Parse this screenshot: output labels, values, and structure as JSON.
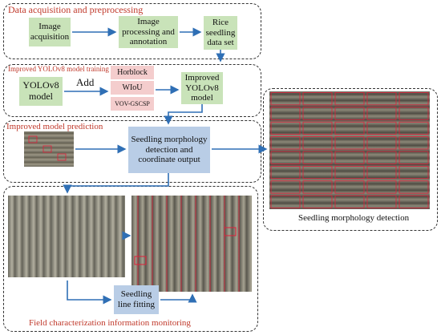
{
  "panels": {
    "acquisition": {
      "title": "Data acquisition and preprocessing"
    },
    "training": {
      "title": "Improved YOLOv8 model training"
    },
    "prediction": {
      "title": "Improved model prediction"
    },
    "monitoring": {
      "title": "Field characterization information monitoring"
    },
    "detection": {
      "caption": "Seedling morphology detection"
    }
  },
  "boxes": {
    "image_acquisition": "Image acquisition",
    "image_processing": "Image processing and annotation",
    "rice_dataset": "Rice seedling data set",
    "yolov8": "YOLOv8 model",
    "horblock": "Horblock",
    "wiou": "WIoU",
    "vov": "VOV-GSCSP",
    "improved_yolov8": "Improved YOLOv8 model",
    "detection_output": "Seedling morphology detection and coordinate output",
    "line_fitting": "Seedling line fitting"
  },
  "labels": {
    "add": "Add"
  },
  "colors": {
    "title_red": "#c0392b",
    "arrow_blue": "#2f6fb5",
    "green_box": "#c9e3b9",
    "blue_box": "#b9cde6",
    "pink_box": "#f4cdcd",
    "detect_red": "#e0203a"
  }
}
